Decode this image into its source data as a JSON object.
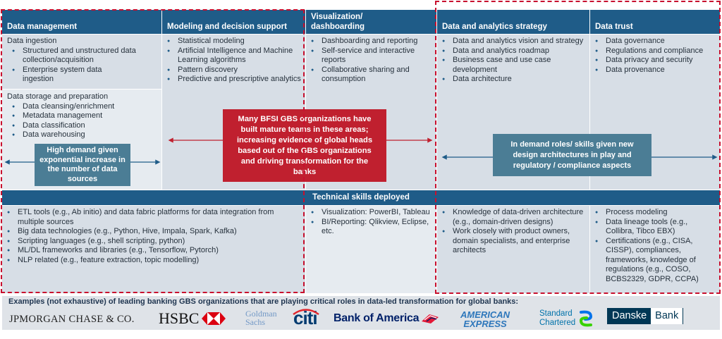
{
  "headers": {
    "data_management": "Data management",
    "modeling": "Modeling and decision support",
    "visualization_line1": "Visualization/",
    "visualization_line2": "dashboarding",
    "strategy": "Data and analytics strategy",
    "trust": "Data trust"
  },
  "data_management": {
    "ingestion_title": "Data ingestion",
    "ingestion_items": [
      "Structured and unstructured data collection/acquisition",
      "Enterprise system data ingestion"
    ],
    "storage_title": "Data storage and preparation",
    "storage_items": [
      "Data cleansing/enrichment",
      "Metadata management",
      "Data classification",
      "Data warehousing"
    ]
  },
  "modeling_items": [
    "Statistical modeling",
    "Artificial Intelligence and Machine Learning algorithms",
    "Pattern discovery",
    "Predictive and prescriptive analytics"
  ],
  "visualization_items": [
    "Dashboarding and reporting",
    "Self-service and interactive reports",
    "Collaborative sharing and consumption"
  ],
  "strategy_items": [
    "Data and analytics vision and strategy",
    "Data and analytics roadmap",
    "Business case and use case development",
    "Data architecture"
  ],
  "trust_items": [
    "Data governance",
    "Regulations and compliance",
    "Data privacy and security",
    "Data provenance"
  ],
  "callouts": {
    "high_demand": "High demand given exponential increase in the number of data sources",
    "mature_teams": "Many BFSI GBS organizations have built mature teams in these areas; increasing evidence of global heads based out of the GBS organizations and driving transformation for the banks",
    "in_demand_roles": "In demand roles/ skills given new design architectures in play and regulatory / compliance aspects"
  },
  "technical": {
    "title": "Technical skills deployed",
    "col1": [
      "ETL tools (e.g., Ab initio) and data fabric platforms for data integration from multiple sources",
      "Big data technologies (e.g., Python, Hive, Impala, Spark, Kafka)",
      "Scripting languages (e.g., shell scripting, python)",
      "ML/DL frameworks and libraries (e.g., Tensorflow, Pytorch)",
      "NLP related (e.g., feature extraction, topic modelling)"
    ],
    "col2": [
      "Visualization: PowerBI, Tableau",
      "BI/Reporting: Qlikview, Eclipse, etc."
    ],
    "col3": [
      "Knowledge of data-driven architecture (e.g., domain-driven designs)",
      "Work closely with product owners, domain specialists, and enterprise architects"
    ],
    "col4": [
      "Process modeling",
      "Data lineage tools (e.g., Collibra, Tibco EBX)",
      "Certifications (e.g., CISA, CISSP), compliances, frameworks, knowledge of regulations (e.g., COSO, BCBS2329, GDPR, CCPA)"
    ]
  },
  "examples": {
    "title": "Examples (not exhaustive) of leading banking GBS organizations that are playing critical roles in data-led transformation for global banks:",
    "logos": {
      "jpm": "JPMORGAN CHASE & CO.",
      "hsbc": "HSBC",
      "gs1": "Goldman",
      "gs2": "Sachs",
      "citi": "citi",
      "boa": "Bank of America",
      "amex1": "AMERICAN",
      "amex2": "EXPRESS",
      "sc1": "Standard",
      "sc2": "Chartered",
      "danske1": "Danske",
      "danske2": "Bank"
    }
  },
  "colors": {
    "header_blue": "#1f5c88",
    "panel_gray": "#d7dee6",
    "callout_teal": "#4b7d95",
    "callout_red": "#c0202f",
    "dash_red": "#c8102e"
  }
}
